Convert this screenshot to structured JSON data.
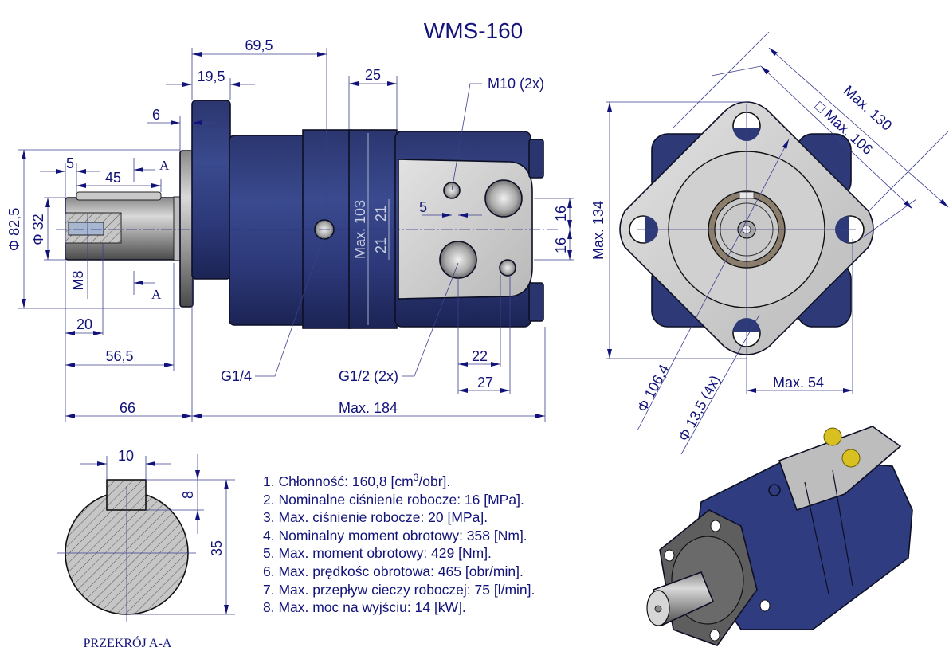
{
  "title": "WMS-160",
  "side_view": {
    "dimensions": {
      "overall_body": "69,5",
      "flange_thickness": "19,5",
      "pilot_offset": "6",
      "port_block_width": "25",
      "thread_callout": "M10 (2x)",
      "flange_diameter": "82,5",
      "shaft_diameter": "32",
      "key_offset": "5",
      "key_length": "45",
      "section_label": "A",
      "shaft_thread": "M8",
      "thread_depth": "20",
      "shaft_length": "56,5",
      "shaft_total": "66",
      "overall_length": "Max.  184",
      "body_height": "Max. 103",
      "port_offset_top": "21",
      "port_offset_bottom": "21",
      "port_horizontal_offset": "5",
      "right_offset_top": "16",
      "right_offset_bottom": "16",
      "port_spacing_a": "22",
      "port_spacing_b": "27",
      "drain_port": "G1/4",
      "main_ports": "G1/2 (2x)"
    }
  },
  "front_view": {
    "dimensions": {
      "overall_height": "Max.  134",
      "diagonal_max": "Max.  130",
      "square_max": "Max.  106",
      "pitch_circle": "Φ 106,4",
      "bolt_holes": "Φ 13,5  (4x)",
      "half_width": "Max.  54"
    }
  },
  "section_view": {
    "key_width": "10",
    "key_height": "8",
    "shaft_height": "35",
    "caption": "PRZEKRÓJ A-A"
  },
  "specs": [
    {
      "label": "1. Chłonność: 160,8 [cm",
      "sup": "3",
      "after": "/obr]."
    },
    {
      "label": "2. Nominalne ciśnienie robocze: 16 [MPa]."
    },
    {
      "label": "3. Max. ciśnienie robocze: 20 [MPa]."
    },
    {
      "label": "4. Nominalny moment obrotowy: 358 [Nm]."
    },
    {
      "label": "5. Max. moment obrotowy: 429 [Nm]."
    },
    {
      "label": "6. Max. prędkośc obrotowa: 465 [obr/min]."
    },
    {
      "label": "7. Max. przepływ cieczy roboczej: 75 [l/min]."
    },
    {
      "label": "8. Max. moc na wyjściu: 14 [kW]."
    }
  ],
  "colors": {
    "annotation": "#12137a",
    "body_blue": "#2e3a78",
    "steel_gray": "#c8c8c8",
    "fitting_yellow": "#d8c020"
  }
}
